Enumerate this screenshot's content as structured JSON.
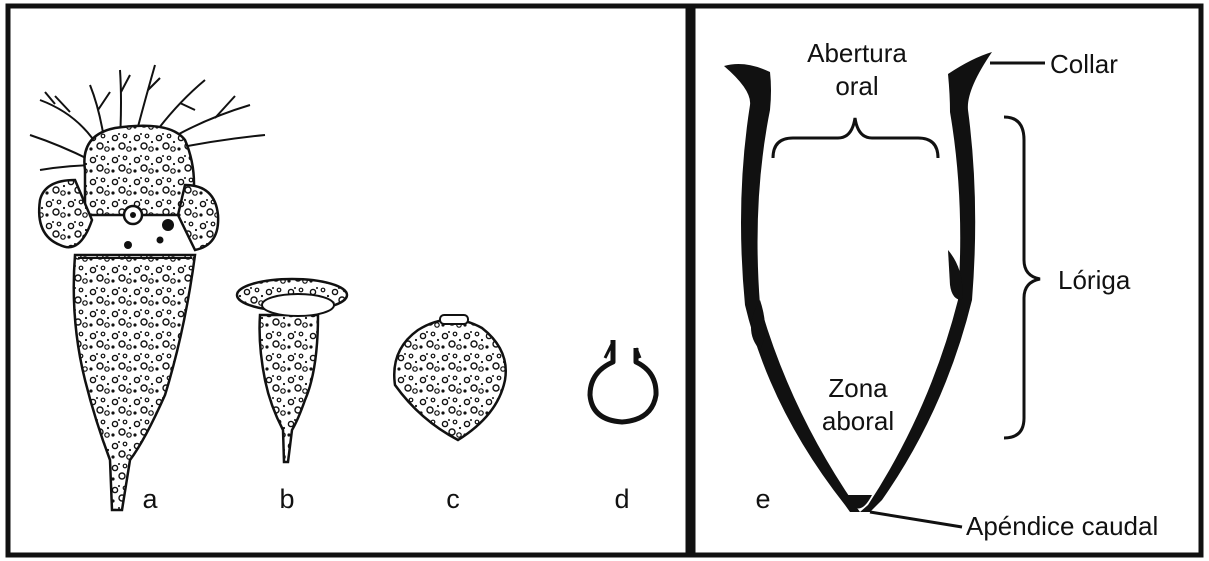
{
  "panel_labels": {
    "a": "a",
    "b": "b",
    "c": "c",
    "d": "d",
    "e": "e"
  },
  "annotations": {
    "abertura_line1": "Abertura",
    "abertura_line2": "oral",
    "collar": "Collar",
    "loriga": "Lóriga",
    "zona_line1": "Zona",
    "zona_line2": "aboral",
    "apendice": "Apéndice caudal"
  },
  "colors": {
    "ink": "#111111",
    "background": "#ffffff"
  }
}
